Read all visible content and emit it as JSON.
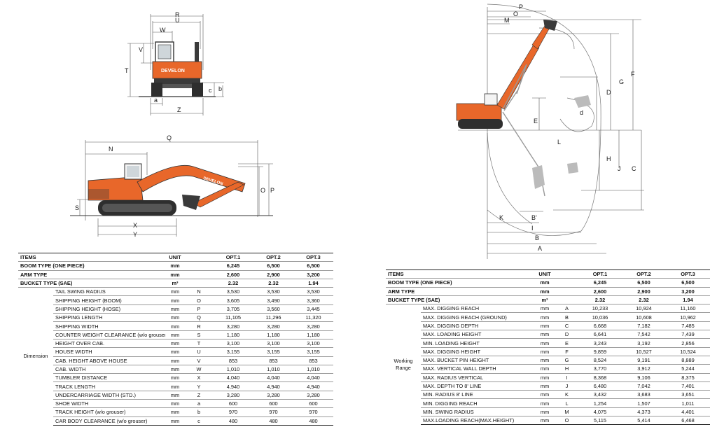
{
  "colors": {
    "machine_orange": "#e8672a",
    "machine_dark": "#3a3a3a",
    "dim_line": "#555555",
    "envelope": "#777777"
  },
  "front_view": {
    "labels": [
      "R",
      "U",
      "W",
      "V",
      "T",
      "c",
      "b",
      "a",
      "Z"
    ],
    "brand": "DEVELON"
  },
  "side_view": {
    "labels": [
      "Q",
      "N",
      "O",
      "P",
      "S",
      "X",
      "Y"
    ],
    "brand": "DEVELON"
  },
  "range_view": {
    "labels": [
      "P",
      "O",
      "M",
      "G",
      "D",
      "F",
      "E",
      "d",
      "L",
      "H",
      "J",
      "C",
      "K",
      "B'",
      "I",
      "B",
      "A"
    ]
  },
  "left_table": {
    "header": {
      "items": "ITEMS",
      "unit": "UNIT",
      "opt1": "OPT.1",
      "opt2": "OPT.2",
      "opt3": "OPT.3"
    },
    "top_rows": [
      {
        "item": "BOOM TYPE (ONE PIECE)",
        "unit": "mm",
        "v1": "6,245",
        "v2": "6,500",
        "v3": "6,500"
      },
      {
        "item": "ARM TYPE",
        "unit": "mm",
        "v1": "2,600",
        "v2": "2,900",
        "v3": "3,200"
      },
      {
        "item": "BUCKET TYPE (SAE)",
        "unit": "m³",
        "v1": "2.32",
        "v2": "2.32",
        "v3": "1.94"
      }
    ],
    "group": "Dimension",
    "rows": [
      {
        "item": "TAIL SWING RADIUS",
        "unit": "mm",
        "code": "N",
        "v1": "3,530",
        "v2": "3,530",
        "v3": "3,530"
      },
      {
        "item": "SHIPPING HEIGHT (BOOM)",
        "unit": "mm",
        "code": "O",
        "v1": "3,605",
        "v2": "3,490",
        "v3": "3,360"
      },
      {
        "item": "SHIPPING HEIGHT (HOSE)",
        "unit": "mm",
        "code": "P",
        "v1": "3,705",
        "v2": "3,560",
        "v3": "3,445"
      },
      {
        "item": "SHIPPING LENGTH",
        "unit": "mm",
        "code": "Q",
        "v1": "11,105",
        "v2": "11,296",
        "v3": "11,320"
      },
      {
        "item": "SHIPPING WIDTH",
        "unit": "mm",
        "code": "R",
        "v1": "3,280",
        "v2": "3,280",
        "v3": "3,280"
      },
      {
        "item": "COUNTER WEIGHT CLEARANCE (w/o grouser)",
        "unit": "mm",
        "code": "S",
        "v1": "1,180",
        "v2": "1,180",
        "v3": "1,180"
      },
      {
        "item": "HEIGHT OVER CAB.",
        "unit": "mm",
        "code": "T",
        "v1": "3,100",
        "v2": "3,100",
        "v3": "3,100"
      },
      {
        "item": "HOUSE WIDTH",
        "unit": "mm",
        "code": "U",
        "v1": "3,155",
        "v2": "3,155",
        "v3": "3,155"
      },
      {
        "item": "CAB. HEIGHT ABOVE HOUSE",
        "unit": "mm",
        "code": "V",
        "v1": "853",
        "v2": "853",
        "v3": "853"
      },
      {
        "item": "CAB. WIDTH",
        "unit": "mm",
        "code": "W",
        "v1": "1,010",
        "v2": "1,010",
        "v3": "1,010"
      },
      {
        "item": "TUMBLER DISTANCE",
        "unit": "mm",
        "code": "X",
        "v1": "4,040",
        "v2": "4,040",
        "v3": "4,040"
      },
      {
        "item": "TRACK LENGTH",
        "unit": "mm",
        "code": "Y",
        "v1": "4,940",
        "v2": "4,940",
        "v3": "4,940"
      },
      {
        "item": "UNDERCARRIAGE WIDTH (STD.)",
        "unit": "mm",
        "code": "Z",
        "v1": "3,280",
        "v2": "3,280",
        "v3": "3,280"
      },
      {
        "item": "SHOE WIDTH",
        "unit": "mm",
        "code": "a",
        "v1": "600",
        "v2": "600",
        "v3": "600"
      },
      {
        "item": "TRACK HEIGHT (w/o grouser)",
        "unit": "mm",
        "code": "b",
        "v1": "970",
        "v2": "970",
        "v3": "970"
      },
      {
        "item": "CAR BODY CLEARANCE (w/o grouser)",
        "unit": "mm",
        "code": "c",
        "v1": "480",
        "v2": "480",
        "v3": "480"
      }
    ]
  },
  "right_table": {
    "header": {
      "items": "ITEMS",
      "unit": "UNIT",
      "opt1": "OPT.1",
      "opt2": "OPT.2",
      "opt3": "OPT.3"
    },
    "top_rows": [
      {
        "item": "BOOM TYPE (ONE PIECE)",
        "unit": "mm",
        "v1": "6,245",
        "v2": "6,500",
        "v3": "6,500"
      },
      {
        "item": "ARM TYPE",
        "unit": "mm",
        "v1": "2,600",
        "v2": "2,900",
        "v3": "3,200"
      },
      {
        "item": "BUCKET TYPE (SAE)",
        "unit": "m³",
        "v1": "2.32",
        "v2": "2.32",
        "v3": "1.94"
      }
    ],
    "group": "Working Range",
    "rows": [
      {
        "item": "MAX. DIGGING REACH",
        "unit": "mm",
        "code": "A",
        "v1": "10,233",
        "v2": "10,924",
        "v3": "11,160"
      },
      {
        "item": "MAX. DIGGING REACH (GROUND)",
        "unit": "mm",
        "code": "B",
        "v1": "10,036",
        "v2": "10,608",
        "v3": "10,962"
      },
      {
        "item": "MAX. DIGGING DEPTH",
        "unit": "mm",
        "code": "C",
        "v1": "6,668",
        "v2": "7,182",
        "v3": "7,485"
      },
      {
        "item": "MAX. LOADING HEIGHT",
        "unit": "mm",
        "code": "D",
        "v1": "6,641",
        "v2": "7,542",
        "v3": "7,439"
      },
      {
        "item": "MIN. LOADING HEIGHT",
        "unit": "mm",
        "code": "E",
        "v1": "3,243",
        "v2": "3,192",
        "v3": "2,856"
      },
      {
        "item": "MAX. DIGGING HEIGHT",
        "unit": "mm",
        "code": "F",
        "v1": "9,859",
        "v2": "10,527",
        "v3": "10,524"
      },
      {
        "item": "MAX. BUCKET PIN HEIGHT",
        "unit": "mm",
        "code": "G",
        "v1": "8,524",
        "v2": "9,191",
        "v3": "8,889"
      },
      {
        "item": "MAX. VERTICAL WALL DEPTH",
        "unit": "mm",
        "code": "H",
        "v1": "3,770",
        "v2": "3,912",
        "v3": "5,244"
      },
      {
        "item": "MAX. RADIUS VERTICAL",
        "unit": "mm",
        "code": "I",
        "v1": "8,368",
        "v2": "9,106",
        "v3": "8,375"
      },
      {
        "item": "MAX. DEPTH TO 8' LINE",
        "unit": "mm",
        "code": "J",
        "v1": "6,480",
        "v2": "7,042",
        "v3": "7,401"
      },
      {
        "item": "MIN. RADIUS 8' LINE",
        "unit": "mm",
        "code": "K",
        "v1": "3,432",
        "v2": "3,683",
        "v3": "3,651"
      },
      {
        "item": "MIN. DIGGING REACH",
        "unit": "mm",
        "code": "L",
        "v1": "1,254",
        "v2": "1,507",
        "v3": "1,011"
      },
      {
        "item": "MIN. SWING RADIUS",
        "unit": "mm",
        "code": "M",
        "v1": "4,075",
        "v2": "4,373",
        "v3": "4,401"
      },
      {
        "item": "MAX.LOADING REACH(MAX.HEIGHT)",
        "unit": "mm",
        "code": "O",
        "v1": "5,115",
        "v2": "5,414",
        "v3": "6,468"
      }
    ]
  }
}
